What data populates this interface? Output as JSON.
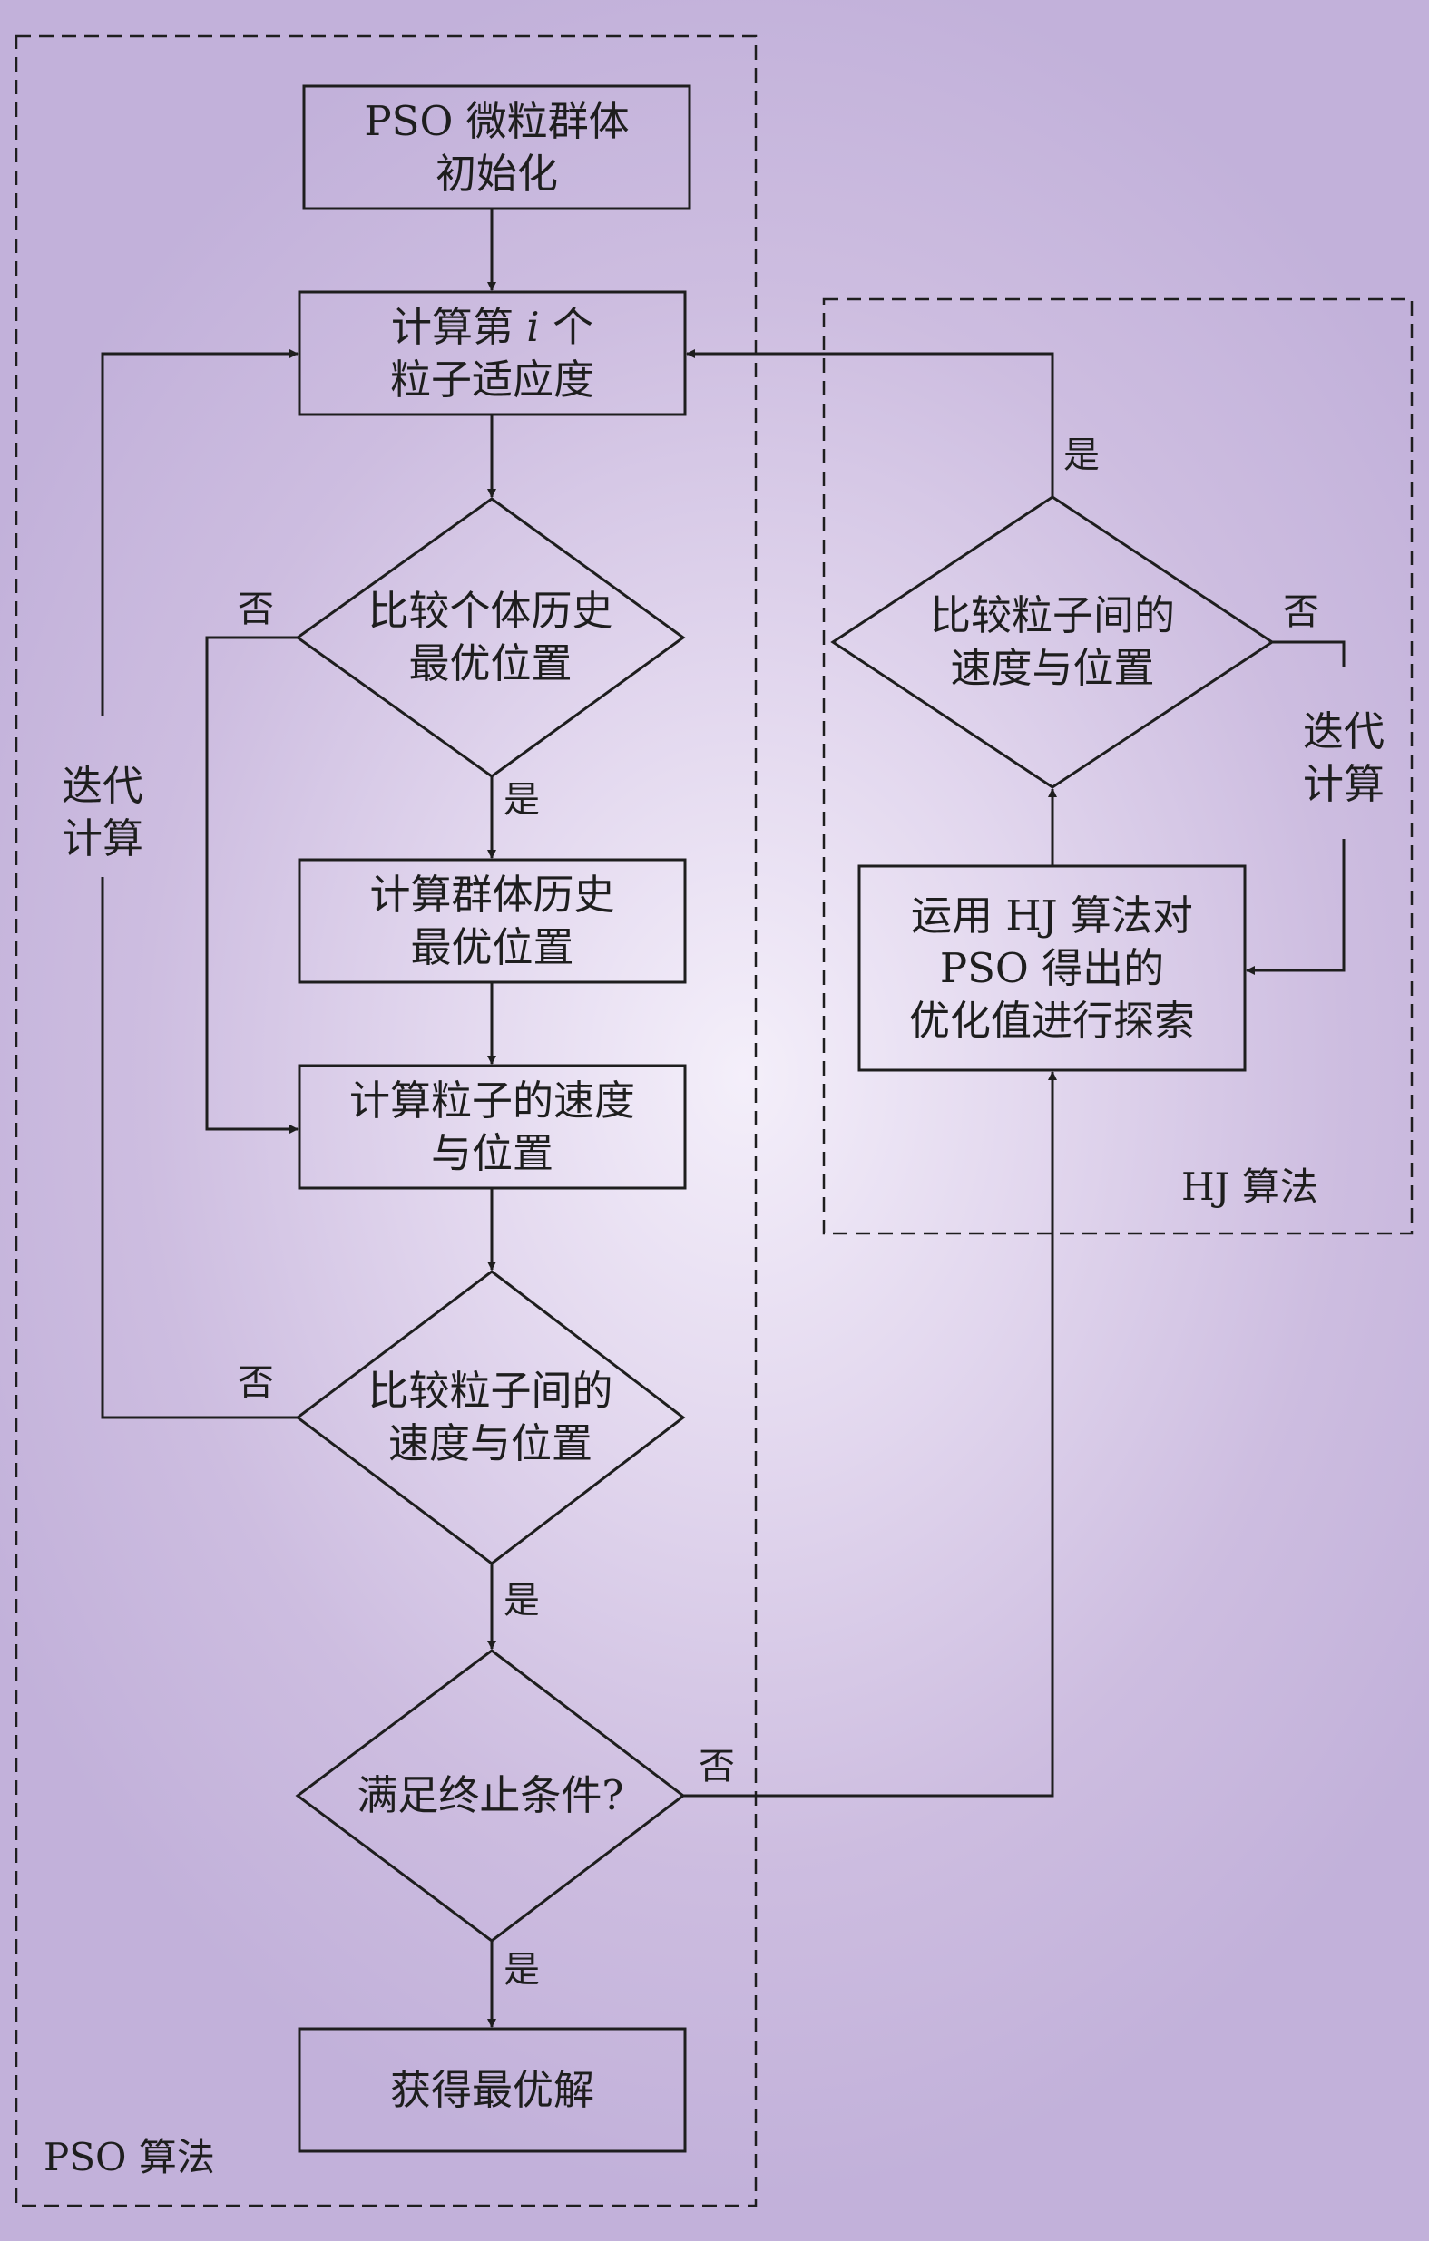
{
  "nodes": {
    "init": {
      "line1": "PSO 微粒群体",
      "line2": "初始化"
    },
    "fitness": {
      "line1_pre": "计算第",
      "line1_var": "i",
      "line1_post": "个",
      "line2": "粒子适应度"
    },
    "cmp_personal": {
      "line1": "比较个体历史",
      "line2": "最优位置"
    },
    "group_best": {
      "line1": "计算群体历史",
      "line2": "最优位置"
    },
    "velocity": {
      "line1": "计算粒子的速度",
      "line2": "与位置"
    },
    "cmp_particles": {
      "line1": "比较粒子间的",
      "line2": "速度与位置"
    },
    "terminate": {
      "line1": "满足终止条件?"
    },
    "result": {
      "line1": "获得最优解"
    },
    "hj_cmp": {
      "line1": "比较粒子间的",
      "line2": "速度与位置"
    },
    "hj_search": {
      "line1": "运用 HJ 算法对",
      "line2": "PSO 得出的",
      "line3": "优化值进行探索"
    }
  },
  "edge_labels": {
    "yes": "是",
    "no": "否"
  },
  "loops": {
    "left": {
      "line1": "迭代",
      "line2": "计算"
    },
    "right": {
      "line1": "迭代",
      "line2": "计算"
    }
  },
  "regions": {
    "pso": "PSO 算法",
    "hj": "HJ 算法"
  },
  "colors": {
    "stroke": "#1e1e1e",
    "background_center": "#f4effa",
    "background_edge": "#c2b1da"
  }
}
